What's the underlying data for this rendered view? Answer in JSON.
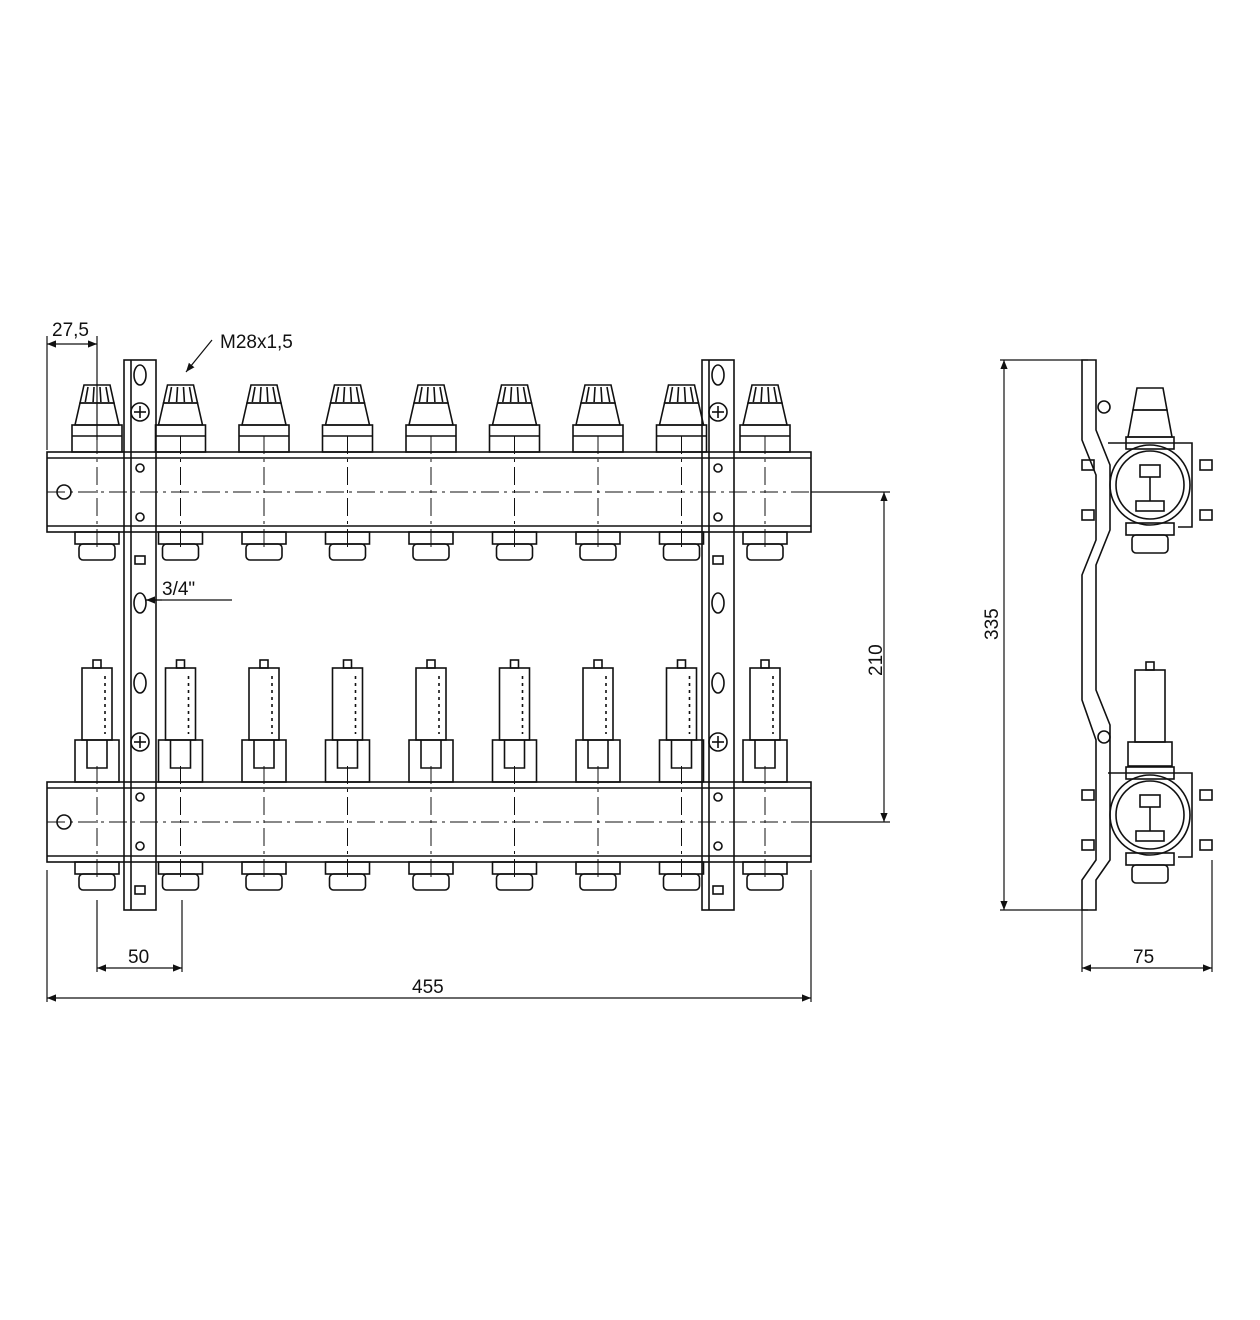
{
  "dimensions": {
    "offset": "27,5",
    "thread": "M28x1,5",
    "pipe": "3/4\"",
    "spacing": "50",
    "length": "455",
    "height": "210",
    "depth": "335",
    "width": "75"
  },
  "colors": {
    "line": "#111111",
    "background": "#ffffff"
  },
  "outlets_per_bar": 9
}
